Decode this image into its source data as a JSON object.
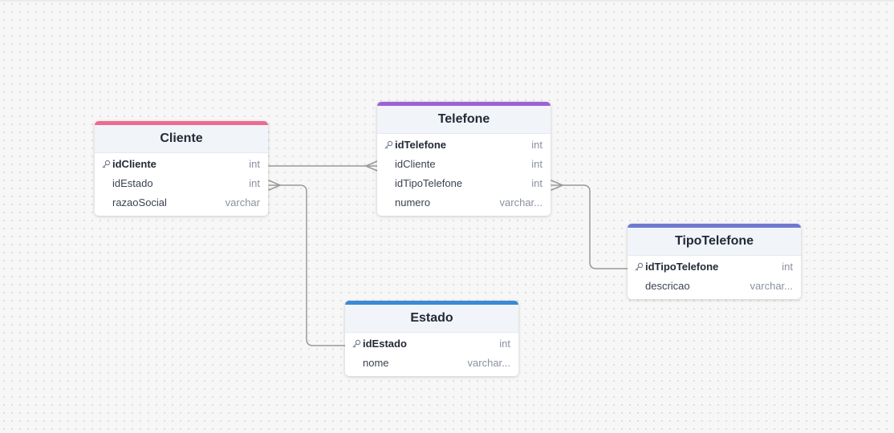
{
  "tables": {
    "cliente": {
      "name": "Cliente",
      "color": "#ec6b92",
      "fields": [
        {
          "name": "idCliente",
          "type": "int",
          "pk": true
        },
        {
          "name": "idEstado",
          "type": "int",
          "pk": false
        },
        {
          "name": "razaoSocial",
          "type": "varchar",
          "pk": false
        }
      ]
    },
    "telefone": {
      "name": "Telefone",
      "color": "#9b62d6",
      "fields": [
        {
          "name": "idTelefone",
          "type": "int",
          "pk": true
        },
        {
          "name": "idCliente",
          "type": "int",
          "pk": false
        },
        {
          "name": "idTipoTelefone",
          "type": "int",
          "pk": false
        },
        {
          "name": "numero",
          "type": "varchar...",
          "pk": false
        }
      ]
    },
    "tipotelefone": {
      "name": "TipoTelefone",
      "color": "#6f79d0",
      "fields": [
        {
          "name": "idTipoTelefone",
          "type": "int",
          "pk": true
        },
        {
          "name": "descricao",
          "type": "varchar...",
          "pk": false
        }
      ]
    },
    "estado": {
      "name": "Estado",
      "color": "#3a8ad6",
      "fields": [
        {
          "name": "idEstado",
          "type": "int",
          "pk": true
        },
        {
          "name": "nome",
          "type": "varchar...",
          "pk": false
        }
      ]
    }
  },
  "relationships": [
    {
      "from": "Cliente.idCliente",
      "to": "Telefone.idCliente",
      "cardinality": "one-to-many"
    },
    {
      "from": "Estado.idEstado",
      "to": "Cliente.idEstado",
      "cardinality": "one-to-many"
    },
    {
      "from": "TipoTelefone.idTipoTelefone",
      "to": "Telefone.idTipoTelefone",
      "cardinality": "one-to-many"
    }
  ],
  "icons": {
    "primary_key": "key-icon"
  }
}
